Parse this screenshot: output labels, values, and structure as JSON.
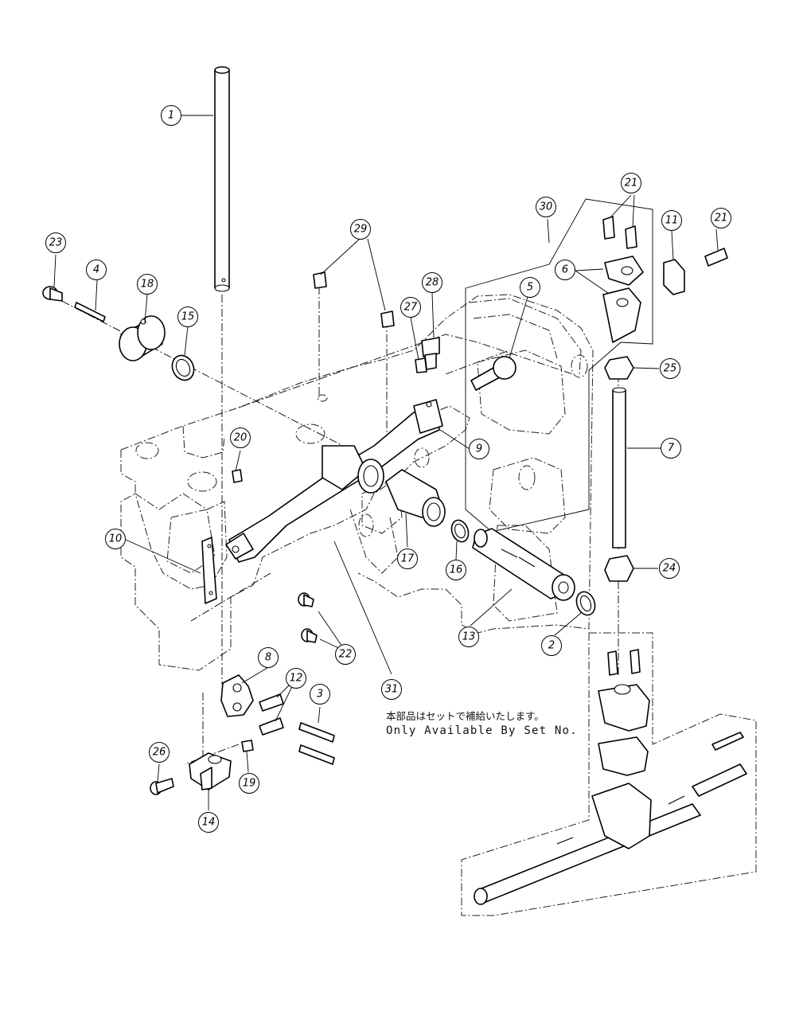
{
  "callouts": [
    {
      "id": "c1",
      "label": "1"
    },
    {
      "id": "c2",
      "label": "2"
    },
    {
      "id": "c3",
      "label": "3"
    },
    {
      "id": "c4",
      "label": "4"
    },
    {
      "id": "c5",
      "label": "5"
    },
    {
      "id": "c6",
      "label": "6"
    },
    {
      "id": "c7",
      "label": "7"
    },
    {
      "id": "c8",
      "label": "8"
    },
    {
      "id": "c9",
      "label": "9"
    },
    {
      "id": "c10",
      "label": "10"
    },
    {
      "id": "c11",
      "label": "11"
    },
    {
      "id": "c12",
      "label": "12"
    },
    {
      "id": "c13",
      "label": "13"
    },
    {
      "id": "c14",
      "label": "14"
    },
    {
      "id": "c15",
      "label": "15"
    },
    {
      "id": "c16",
      "label": "16"
    },
    {
      "id": "c17",
      "label": "17"
    },
    {
      "id": "c18",
      "label": "18"
    },
    {
      "id": "c19",
      "label": "19"
    },
    {
      "id": "c20",
      "label": "20"
    },
    {
      "id": "c21a",
      "label": "21"
    },
    {
      "id": "c21b",
      "label": "21"
    },
    {
      "id": "c22",
      "label": "22"
    },
    {
      "id": "c23",
      "label": "23"
    },
    {
      "id": "c24",
      "label": "24"
    },
    {
      "id": "c25",
      "label": "25"
    },
    {
      "id": "c26",
      "label": "26"
    },
    {
      "id": "c27",
      "label": "27"
    },
    {
      "id": "c28",
      "label": "28"
    },
    {
      "id": "c29",
      "label": "29"
    },
    {
      "id": "c30",
      "label": "30"
    },
    {
      "id": "c31",
      "label": "31"
    }
  ],
  "notes": {
    "japanese": "本部品はセットで補給いたします。",
    "english": "Only Available By Set No."
  }
}
